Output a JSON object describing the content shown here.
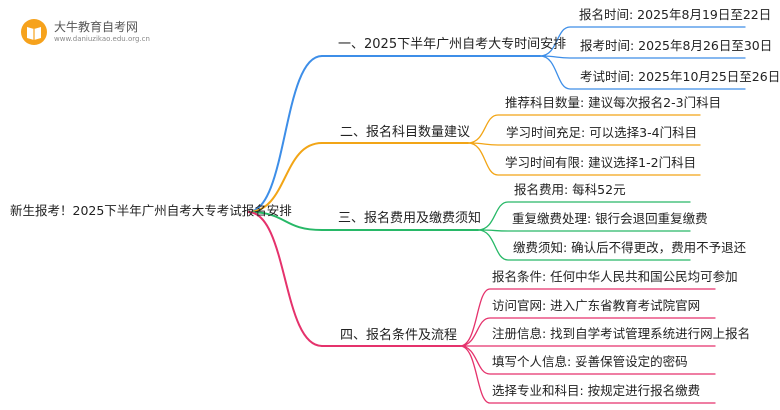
{
  "logo": {
    "name": "大牛教育自考网",
    "url": "www.daniuzikao.edu.org.cn"
  },
  "root": "新生报考！2025下半年广州自考大专考试报名安排",
  "branches": [
    {
      "title": "一、2025下半年广州自考大专时间安排",
      "color": "#3d8ee8",
      "items": [
        "报名时间: 2025年8月19日至22日",
        "报考时间: 2025年8月26日至30日",
        "考试时间: 2025年10月25日至26日"
      ]
    },
    {
      "title": "二、报名科目数量建议",
      "color": "#f2a516",
      "items": [
        "推荐科目数量: 建议每次报名2-3门科目",
        "学习时间充足: 可以选择3-4门科目",
        "学习时间有限: 建议选择1-2门科目"
      ]
    },
    {
      "title": "三、报名费用及缴费须知",
      "color": "#27b867",
      "items": [
        "报名费用: 每科52元",
        "重复缴费处理: 银行会退回重复缴费",
        "缴费须知: 确认后不得更改，费用不予退还"
      ]
    },
    {
      "title": "四、报名条件及流程",
      "color": "#e5326c",
      "items": [
        "报名条件: 任何中华人民共和国公民均可参加",
        "访问官网: 进入广东省教育考试院官网",
        "注册信息: 找到自学考试管理系统进行网上报名",
        "填写个人信息: 妥善保管设定的密码",
        "选择专业和科目: 按规定进行报名缴费"
      ]
    }
  ]
}
